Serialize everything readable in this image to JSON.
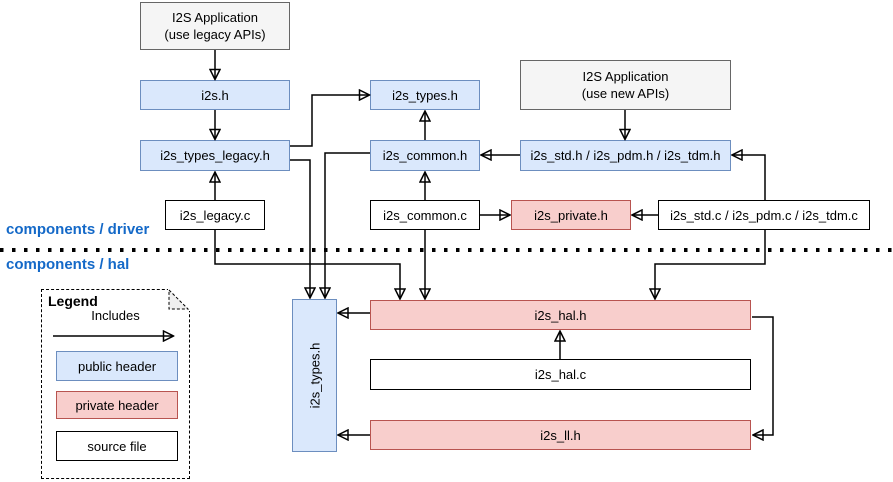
{
  "sections": {
    "driver_label": "components / driver",
    "hal_label": "components / hal"
  },
  "colors": {
    "public_header_fill": "#DAE8FC",
    "public_header_border": "#6C8EBF",
    "private_header_fill": "#F8CECC",
    "private_header_border": "#B85450",
    "application_fill": "#F5F5F5",
    "application_border": "#666666",
    "source_file_fill": "#FFFFFF",
    "source_file_border": "#000000",
    "section_label_color": "#1469C8",
    "edge_color": "#000000"
  },
  "nodes": {
    "app_legacy": {
      "line1": "I2S Application",
      "line2": "(use legacy APIs)"
    },
    "i2s_h": {
      "label": "i2s.h"
    },
    "i2s_types_legacy_h": {
      "label": "i2s_types_legacy.h"
    },
    "i2s_legacy_c": {
      "label": "i2s_legacy.c"
    },
    "i2s_types_h_top": {
      "label": "i2s_types.h"
    },
    "i2s_common_h": {
      "label": "i2s_common.h"
    },
    "i2s_common_c": {
      "label": "i2s_common.c"
    },
    "app_new": {
      "line1": "I2S Application",
      "line2": "(use new APIs)"
    },
    "i2s_std_h": {
      "label": "i2s_std.h / i2s_pdm.h / i2s_tdm.h"
    },
    "i2s_private_h": {
      "label": "i2s_private.h"
    },
    "i2s_std_c": {
      "label": "i2s_std.c / i2s_pdm.c / i2s_tdm.c"
    },
    "i2s_types_h_vertical": {
      "label": "i2s_types.h"
    },
    "i2s_hal_h": {
      "label": "i2s_hal.h"
    },
    "i2s_hal_c": {
      "label": "i2s_hal.c"
    },
    "i2s_ll_h": {
      "label": "i2s_ll.h"
    }
  },
  "legend": {
    "title": "Legend",
    "includes_label": "Includes",
    "public_header": "public header",
    "private_header": "private header",
    "source_file": "source file"
  }
}
